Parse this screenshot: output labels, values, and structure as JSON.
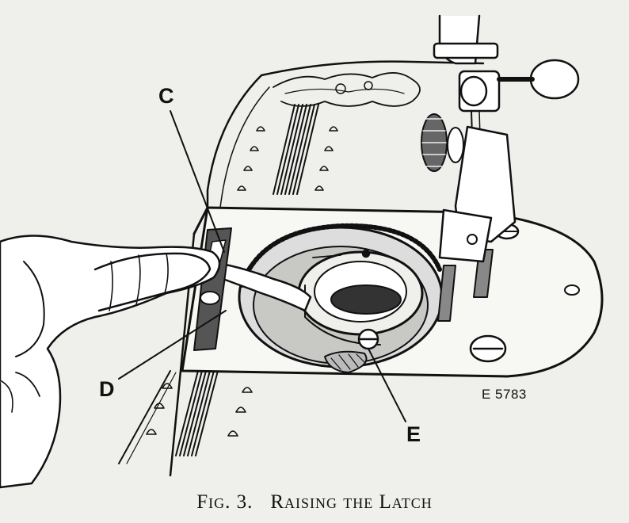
{
  "figure": {
    "caption_number": "Fig. 3.",
    "caption_title": "Raising the Latch",
    "code": "E 5783",
    "labels": {
      "c": "C",
      "d": "D",
      "e": "E"
    },
    "colors": {
      "ink": "#111111",
      "paper": "#efefec",
      "plate": "#f7f7f4"
    }
  }
}
